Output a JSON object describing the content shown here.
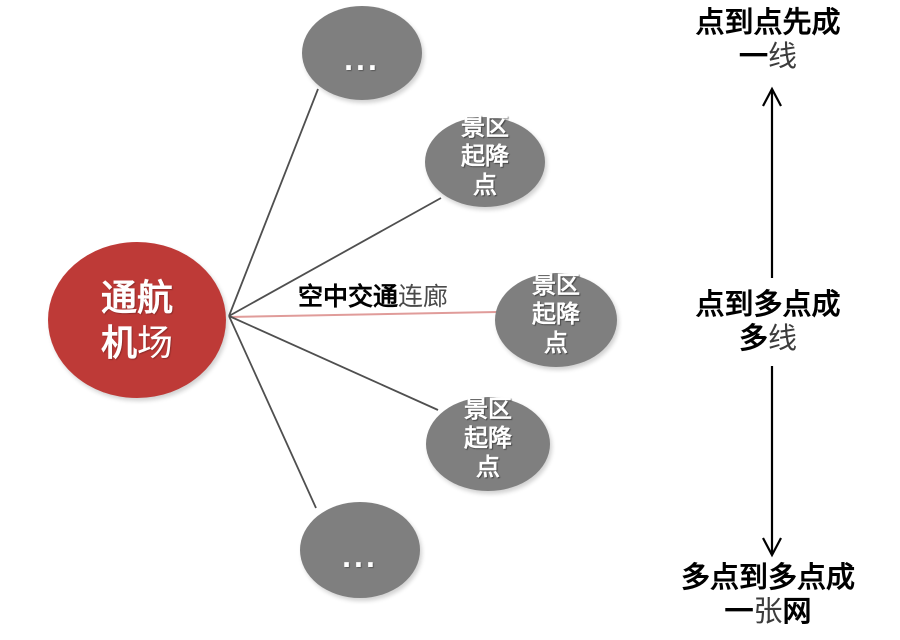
{
  "colors": {
    "hub_fill": "#BE3A37",
    "spoke_fill": "#7F7F7F",
    "connector_line": "#4F4F4F",
    "corridor_line": "#E09C9A",
    "arrow": "#000000",
    "hub_text": "#FFFFFF",
    "spoke_text": "#FFFFFF",
    "label_text": "#000000"
  },
  "hub": {
    "line1": "通航",
    "line2_main": "机",
    "line2_alt": "场"
  },
  "corridor_label": {
    "bold": "空中交通",
    "light": "连廊"
  },
  "spokes": [
    {
      "label": "..."
    },
    {
      "lines": [
        "景区",
        "起降",
        "点"
      ]
    },
    {
      "lines": [
        "景区",
        "起降",
        "点"
      ]
    },
    {
      "lines": [
        "景区",
        "起降",
        "点"
      ]
    },
    {
      "label": "..."
    }
  ],
  "stages": [
    {
      "line1": "点到点先成",
      "line2_a": "一",
      "line2_b": "线",
      "line2_c": ""
    },
    {
      "line1": "点到多点成",
      "line2_a": "多",
      "line2_b": "线",
      "line2_c": ""
    },
    {
      "line1": "多点到多点成",
      "line2_a": "一",
      "line2_b": "张",
      "line2_c": "网"
    }
  ]
}
